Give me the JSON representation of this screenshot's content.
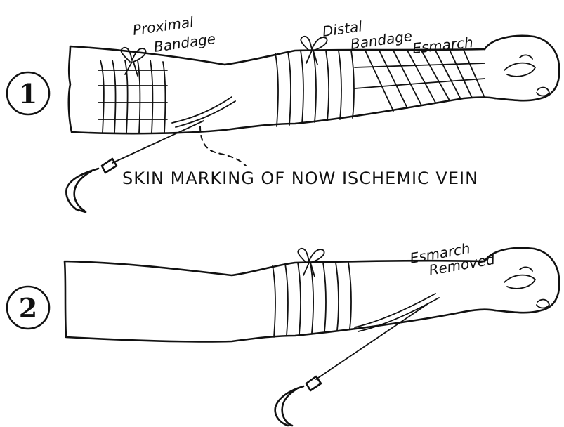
{
  "panel1": {
    "number": "1",
    "label_proximal_line1": "Proximal",
    "label_proximal_line2": "Bandage",
    "label_distal_line1": "Distal",
    "label_distal_line2": "Bandage",
    "label_esmarch": "Esmarch",
    "caption": "SKIN MARKING OF NOW ISCHEMIC VEIN"
  },
  "panel2": {
    "number": "2",
    "label_esmarch_line1": "Esmarch",
    "label_esmarch_line2": "Removed"
  }
}
